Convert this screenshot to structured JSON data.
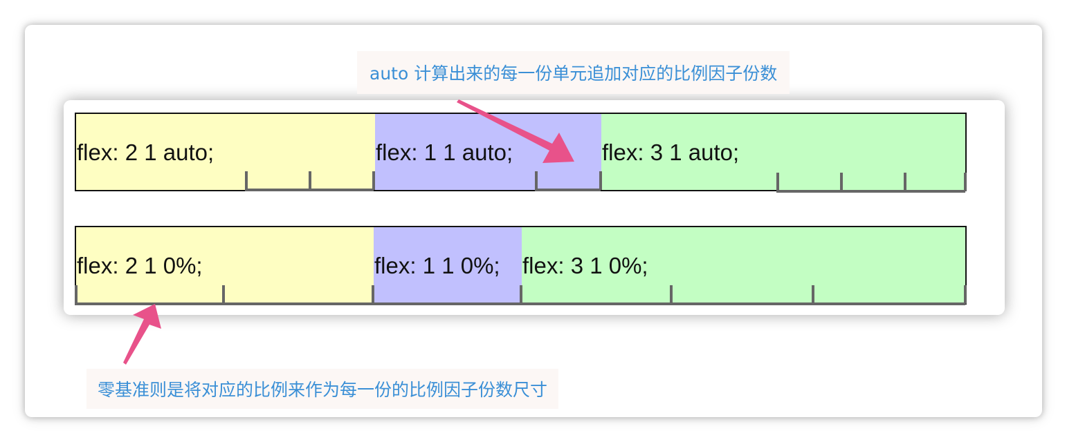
{
  "colors": {
    "yellow": "#fefec2",
    "purple": "#c1c0fe",
    "green": "#c3fec3",
    "tick": "#666666",
    "arrow": "#e8528a",
    "callout_text": "#3a8fd6",
    "callout_bg": "#fcf7f5"
  },
  "top_row": {
    "items": [
      {
        "label": "flex: 2 1 auto;",
        "color": "yellow"
      },
      {
        "label": "flex: 1 1 auto;",
        "color": "purple"
      },
      {
        "label": "flex: 3 1 auto;",
        "color": "green"
      }
    ]
  },
  "bottom_row": {
    "items": [
      {
        "label": "flex: 2 1 0%;",
        "color": "yellow"
      },
      {
        "label": "flex: 1 1 0%;",
        "color": "purple"
      },
      {
        "label": "flex: 3 1 0%;",
        "color": "green"
      }
    ]
  },
  "callouts": {
    "top": "auto 计算出来的每一份单元追加对应的比例因子份数",
    "bottom": "零基准则是将对应的比例来作为每一份的比例因子份数尺寸"
  }
}
